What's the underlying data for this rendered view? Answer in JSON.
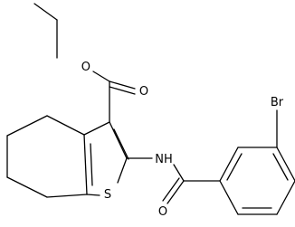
{
  "molecule": {
    "atoms": [
      {
        "id": "o_ester",
        "label": "O"
      },
      {
        "id": "o_carbonyl",
        "label": "O"
      },
      {
        "id": "nh",
        "label": "NH"
      },
      {
        "id": "s",
        "label": "S"
      },
      {
        "id": "o_amide",
        "label": "O"
      },
      {
        "id": "br",
        "label": "Br"
      }
    ]
  },
  "colors": {
    "bond": "#000000",
    "label": "#000000",
    "background": "#ffffff"
  }
}
